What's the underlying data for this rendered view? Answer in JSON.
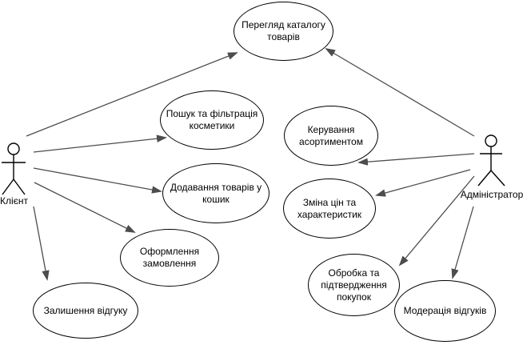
{
  "diagram": {
    "type": "uml-use-case",
    "background": "#ffffff",
    "colors": {
      "shape_stroke": "#000000",
      "shape_fill": "#ffffff",
      "connector": "#4d4d4d",
      "text": "#000000"
    },
    "actors": [
      {
        "label": "Клієнт"
      },
      {
        "label": "Адміністратор"
      }
    ],
    "use_cases": [
      {
        "label": "Перегляд каталогу товарів"
      },
      {
        "label": "Пошук та фільтрація косметики"
      },
      {
        "label": "Додавання товарів у кошик"
      },
      {
        "label": "Оформлення замовлення"
      },
      {
        "label": "Залишення відгуку"
      },
      {
        "label": "Керування асортиментом"
      },
      {
        "label": "Зміна цін та характеристик"
      },
      {
        "label": "Обробка та підтвердження покупок"
      },
      {
        "label": "Модерація відгуків"
      }
    ],
    "associations": [
      {
        "from": "Клієнт",
        "to": "Перегляд каталогу товарів"
      },
      {
        "from": "Клієнт",
        "to": "Пошук та фільтрація косметики"
      },
      {
        "from": "Клієнт",
        "to": "Додавання товарів у кошик"
      },
      {
        "from": "Клієнт",
        "to": "Оформлення замовлення"
      },
      {
        "from": "Клієнт",
        "to": "Залишення відгуку"
      },
      {
        "from": "Адміністратор",
        "to": "Перегляд каталогу товарів"
      },
      {
        "from": "Адміністратор",
        "to": "Керування асортиментом"
      },
      {
        "from": "Адміністратор",
        "to": "Зміна цін та характеристик"
      },
      {
        "from": "Адміністратор",
        "to": "Обробка та підтвердження покупок"
      },
      {
        "from": "Адміністратор",
        "to": "Модерація відгуків"
      }
    ]
  }
}
